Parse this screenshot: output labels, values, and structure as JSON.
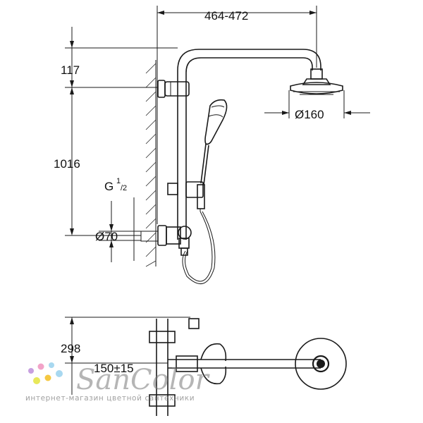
{
  "dimensions": {
    "arm_reach": "464-472",
    "top_offset": "117",
    "riser_height": "1016",
    "thread_main": "G",
    "thread_sup": "1",
    "thread_sub": "/2",
    "outlet_diameter": "Ø70",
    "head_diameter": "Ø160",
    "plan_depth": "298",
    "plan_offset": "150±15"
  },
  "watermark": {
    "logo": "SanColor",
    "tagline": "интернет-магазин цветной сантехники",
    "dot_colors": [
      "#e8e85a",
      "#f2a3c8",
      "#a8d8f0",
      "#c7a0e0",
      "#f5c842"
    ]
  }
}
